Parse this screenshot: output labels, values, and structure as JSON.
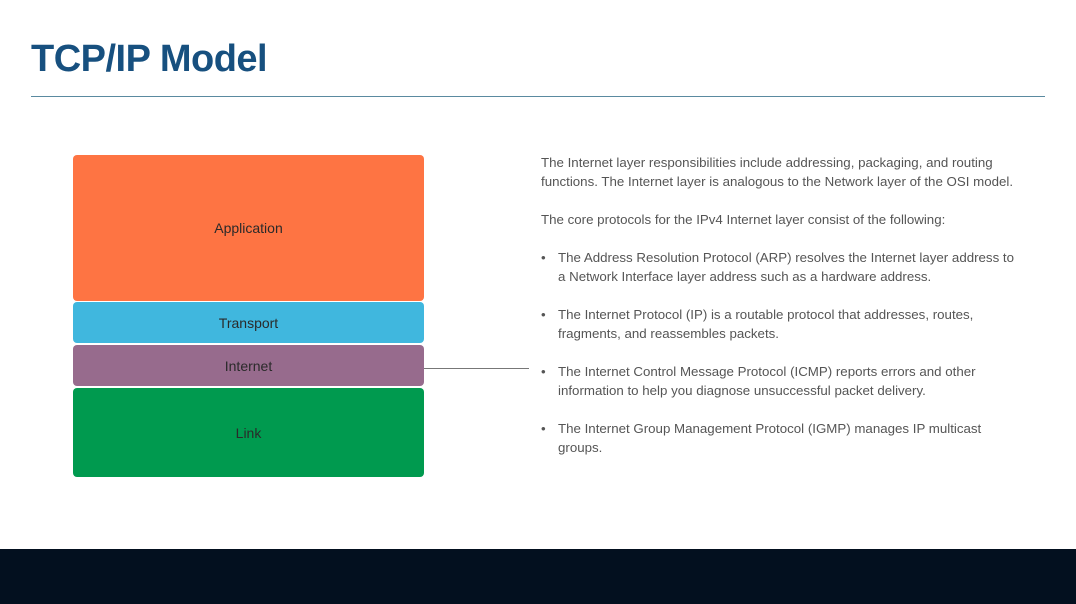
{
  "title": "TCP/IP Model",
  "layers": [
    {
      "label": "Application",
      "color": "#fe7443"
    },
    {
      "label": "Transport",
      "color": "#40b7de"
    },
    {
      "label": "Internet",
      "color": "#976b8d"
    },
    {
      "label": "Link",
      "color": "#009a4f"
    }
  ],
  "paragraphs": [
    "The Internet layer responsibilities include addressing, packaging, and routing functions. The Internet layer is analogous to the Network layer of the OSI model.",
    "The core protocols for the IPv4 Internet layer consist of the following:"
  ],
  "bullets": [
    "The Address Resolution Protocol (ARP) resolves the Internet layer address to a Network Interface layer address such as a hardware address.",
    "The Internet Protocol (IP) is a routable protocol that addresses, routes, fragments, and reassembles packets.",
    "The Internet Control Message Protocol (ICMP) reports errors and other information to help you diagnose unsuccessful packet delivery.",
    "The Internet Group Management Protocol (IGMP) manages IP multicast groups."
  ],
  "bullet_char": "•"
}
